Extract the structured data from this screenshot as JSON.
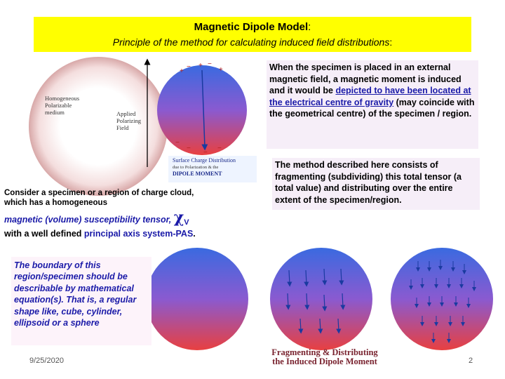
{
  "title": {
    "main": "Magnetic Dipole Model",
    "main_colon": ":",
    "subtitle": "Principle of the method for calculating induced field distributions",
    "subtitle_colon": ":"
  },
  "right_box_1": {
    "part1": "When the specimen is placed in an external magnetic field, a magnetic moment is induced and it would be ",
    "link": "depicted to have been located at the electrical centre of gravity",
    "part2": " (may coincide with the geometrical centre) of the specimen / region",
    "period": "."
  },
  "right_box_2": {
    "text": "The method described here consists of fragmenting (subdividing) this total tensor (a total value) and distributing over the entire extent of the specimen/region."
  },
  "left_caption": "Consider a specimen or a region of charge cloud, which has a homogeneous",
  "susceptibility": {
    "italic_text": "magnetic (volume) susceptibility tensor, ",
    "chi": "χ",
    "chi_sub": "V",
    "line2_prefix": "with a well defined ",
    "pas": "principal axis system-PAS",
    "period": "."
  },
  "boundary_text": "The boundary of this region/specimen should be describable by mathematical equation(s). That is, a regular shape like, cube, cylinder, ellipsoid or a sphere",
  "diagram_labels": {
    "homogeneous": "Homogeneous Polarizable medium",
    "applied": "Applied Polarizing Field",
    "surface_charge": "Surface Charge Distribution",
    "surface_charge_sub": "due to Polarization & the",
    "dipole_moment": "DIPOLE MOMENT",
    "plus": "+",
    "minus": "−"
  },
  "frag_caption": {
    "line1": "Fragmenting & Distributing",
    "line2": "the Induced Dipole Moment"
  },
  "footer": {
    "date": "9/25/2020",
    "page": "2"
  },
  "colors": {
    "title_bg": "#ffff00",
    "box_bg": "#f6eef8",
    "accent_blue": "#1a1aa8",
    "caption_red": "#7a2430",
    "sphere_top": "#3a6ae0",
    "sphere_bottom": "#e84040"
  }
}
